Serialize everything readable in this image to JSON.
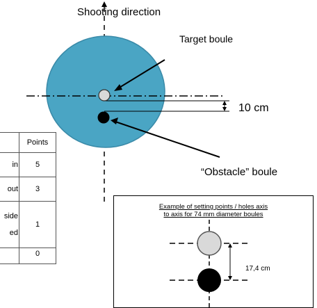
{
  "diagram": {
    "shooting_direction_label": "Shooting direction",
    "target_label": "Target boule",
    "distance_label": "10 cm",
    "obstacle_label": "“Obstacle” boule",
    "colors": {
      "field_fill": "#4aa5c4",
      "field_stroke": "#3a8aa8",
      "target_boule": "#d9d9d9",
      "obstacle_boule": "#000000"
    }
  },
  "points_table": {
    "header": {
      "description": "",
      "points": "Points"
    },
    "rows": [
      {
        "description": "in",
        "points": "5"
      },
      {
        "description": "out",
        "points": "3"
      },
      {
        "description": "side\n\ned",
        "points": "1"
      },
      {
        "description": "",
        "points": "0"
      }
    ]
  },
  "example": {
    "title_line1": "Example of setting points / holes axis",
    "title_line2": "to axis for 74 mm diameter boules",
    "distance_label": "17,4 cm"
  }
}
